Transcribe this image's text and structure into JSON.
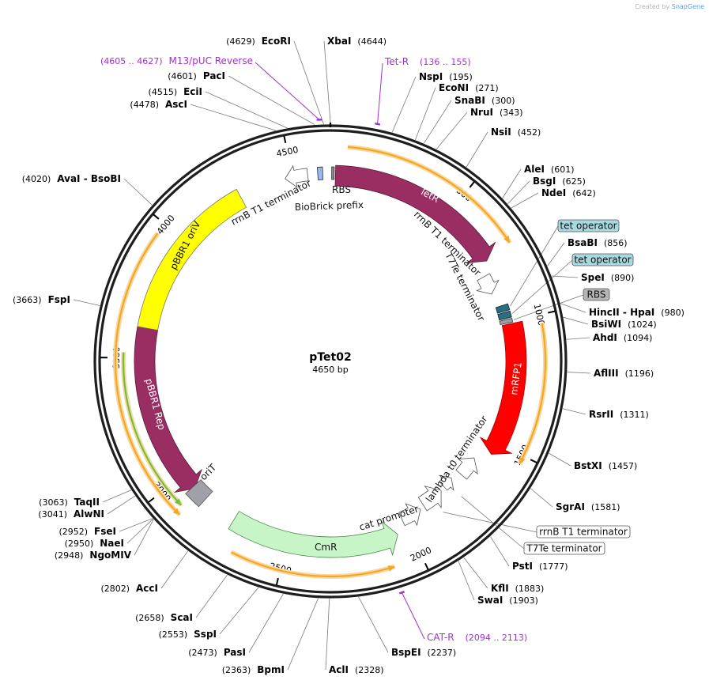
{
  "credit": {
    "prefix": "Created by",
    "brand": "SnapGene"
  },
  "plasmid": {
    "name": "pTet02",
    "length": 4650,
    "length_label": "4650 bp"
  },
  "ticks": [
    {
      "pos": 500,
      "label": "500"
    },
    {
      "pos": 1000,
      "label": "1000"
    },
    {
      "pos": 1500,
      "label": "1500"
    },
    {
      "pos": 2000,
      "label": "2000"
    },
    {
      "pos": 2500,
      "label": "2500"
    },
    {
      "pos": 3000,
      "label": "3000"
    },
    {
      "pos": 3500,
      "label": "3500"
    },
    {
      "pos": 4000,
      "label": "4000"
    },
    {
      "pos": 4500,
      "label": "4500"
    }
  ],
  "colors": {
    "backbone": "#1e1e1e",
    "tetR": "#9a2e62",
    "mRFP1": "#ff0000",
    "oriV": "#ffff00",
    "rep": "#9a2e62",
    "cmr": "#c8f5c8",
    "oriT": "#a0a0a8",
    "primer": "#a030d0",
    "orf": "#f5a623",
    "orf_green": "#70c040",
    "tetop": "#2a6e80",
    "rbs": "#9ab8e8",
    "promoter": "#ffffff",
    "enzyme_line": "#7a7a7a"
  },
  "sites": [
    {
      "name": "XbaI",
      "pos": "4644"
    },
    {
      "name": "EcoRI",
      "pos": "4629"
    },
    {
      "name": "PacI",
      "pos": "4601"
    },
    {
      "name": "EciI",
      "pos": "4515"
    },
    {
      "name": "AscI",
      "pos": "4478"
    },
    {
      "name": "NspI",
      "pos": "195"
    },
    {
      "name": "EcoNI",
      "pos": "271"
    },
    {
      "name": "SnaBI",
      "pos": "300"
    },
    {
      "name": "NruI",
      "pos": "343"
    },
    {
      "name": "NsiI",
      "pos": "452"
    },
    {
      "name": "AleI",
      "pos": "601"
    },
    {
      "name": "BsgI",
      "pos": "625"
    },
    {
      "name": "NdeI",
      "pos": "642"
    },
    {
      "name": "BsaBI",
      "pos": "856"
    },
    {
      "name": "SpeI",
      "pos": "890"
    },
    {
      "name": "HincII - HpaI",
      "pos": "980"
    },
    {
      "name": "BsiWI",
      "pos": "1024"
    },
    {
      "name": "AhdI",
      "pos": "1094"
    },
    {
      "name": "AflIII",
      "pos": "1196"
    },
    {
      "name": "RsrII",
      "pos": "1311"
    },
    {
      "name": "BstXI",
      "pos": "1457"
    },
    {
      "name": "SgrAI",
      "pos": "1581"
    },
    {
      "name": "PstI",
      "pos": "1777"
    },
    {
      "name": "KflI",
      "pos": "1883"
    },
    {
      "name": "SwaI",
      "pos": "1903"
    },
    {
      "name": "BspEI",
      "pos": "2237"
    },
    {
      "name": "AclI",
      "pos": "2328"
    },
    {
      "name": "BpmI",
      "pos": "2363"
    },
    {
      "name": "PasI",
      "pos": "2473"
    },
    {
      "name": "SspI",
      "pos": "2553"
    },
    {
      "name": "ScaI",
      "pos": "2658"
    },
    {
      "name": "AccI",
      "pos": "2802"
    },
    {
      "name": "NgoMIV",
      "pos": "2948"
    },
    {
      "name": "NaeI",
      "pos": "2950"
    },
    {
      "name": "FseI",
      "pos": "2952"
    },
    {
      "name": "AlwNI",
      "pos": "3041"
    },
    {
      "name": "TaqII",
      "pos": "3063"
    },
    {
      "name": "FspI",
      "pos": "3663"
    },
    {
      "name": "AvaI - BsoBI",
      "pos": "4020"
    }
  ],
  "primers": [
    {
      "name": "M13/pUC Reverse",
      "range": "4605 .. 4627"
    },
    {
      "name": "Tet-R",
      "range": "136 .. 155"
    },
    {
      "name": "CAT-R",
      "range": "2094 .. 2113"
    }
  ],
  "features": [
    {
      "name": "TetR",
      "type": "cds"
    },
    {
      "name": "mRFP1",
      "type": "cds"
    },
    {
      "name": "CmR",
      "type": "cds"
    },
    {
      "name": "pBBR1 Rep",
      "type": "cds"
    },
    {
      "name": "pBBR1 oriV",
      "type": "rep_origin"
    },
    {
      "name": "oriT",
      "type": "oriT"
    },
    {
      "name": "RBS",
      "type": "rbs"
    },
    {
      "name": "BioBrick prefix",
      "type": "misc"
    },
    {
      "name": "rrnB T1 terminator",
      "type": "terminator"
    },
    {
      "name": "rrnB T1 terminator",
      "type": "terminator"
    },
    {
      "name": "T7Te terminator",
      "type": "terminator"
    },
    {
      "name": "lambda t0 terminator",
      "type": "terminator"
    },
    {
      "name": "cat promoter",
      "type": "promoter"
    }
  ],
  "boxed_labels": [
    {
      "name": "tet operator",
      "style": "teal"
    },
    {
      "name": "tet operator",
      "style": "teal"
    },
    {
      "name": "RBS",
      "style": "gray"
    },
    {
      "name": "rrnB T1 terminator",
      "style": "white"
    },
    {
      "name": "T7Te terminator",
      "style": "white"
    }
  ]
}
